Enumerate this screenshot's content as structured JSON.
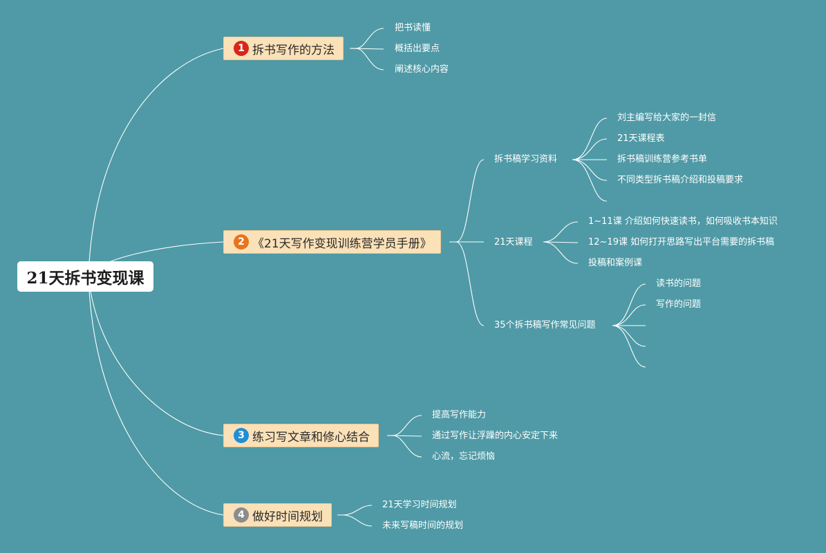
{
  "root": {
    "label": "21天拆书变现课"
  },
  "colors": {
    "background": "#4f9aa6",
    "branch_fill": "#fbe1b8",
    "badge_1": "#d9261c",
    "badge_2": "#e8741d",
    "badge_3": "#1f8fd6",
    "badge_4": "#8c8c8c"
  },
  "branches": [
    {
      "number": "1",
      "label": "拆书写作的方法",
      "children": [
        "把书读懂",
        "概括出要点",
        "阐述核心内容"
      ]
    },
    {
      "number": "2",
      "label": "《21天写作变现训练营学员手册》",
      "children": [
        {
          "label": "拆书稿学习资料",
          "children": [
            "刘主编写给大家的一封信",
            "21天课程表",
            "拆书稿训练营参考书单",
            "不同类型拆书稿介绍和投稿要求",
            ""
          ]
        },
        {
          "label": "21天课程",
          "children": [
            "1~11课 介绍如何快速读书，如何吸收书本知识",
            "12~19课 如何打开思路写出平台需要的拆书稿",
            "投稿和案例课"
          ]
        },
        {
          "label": "35个拆书稿写作常见问题",
          "children": [
            "读书的问题",
            "写作的问题",
            "",
            "",
            ""
          ]
        }
      ]
    },
    {
      "number": "3",
      "label": "练习写文章和修心结合",
      "children": [
        "提高写作能力",
        "通过写作让浮躁的内心安定下来",
        "心流，忘记烦恼"
      ]
    },
    {
      "number": "4",
      "label": "做好时间规划",
      "children": [
        "21天学习时间规划",
        "未来写稿时间的规划"
      ]
    }
  ]
}
